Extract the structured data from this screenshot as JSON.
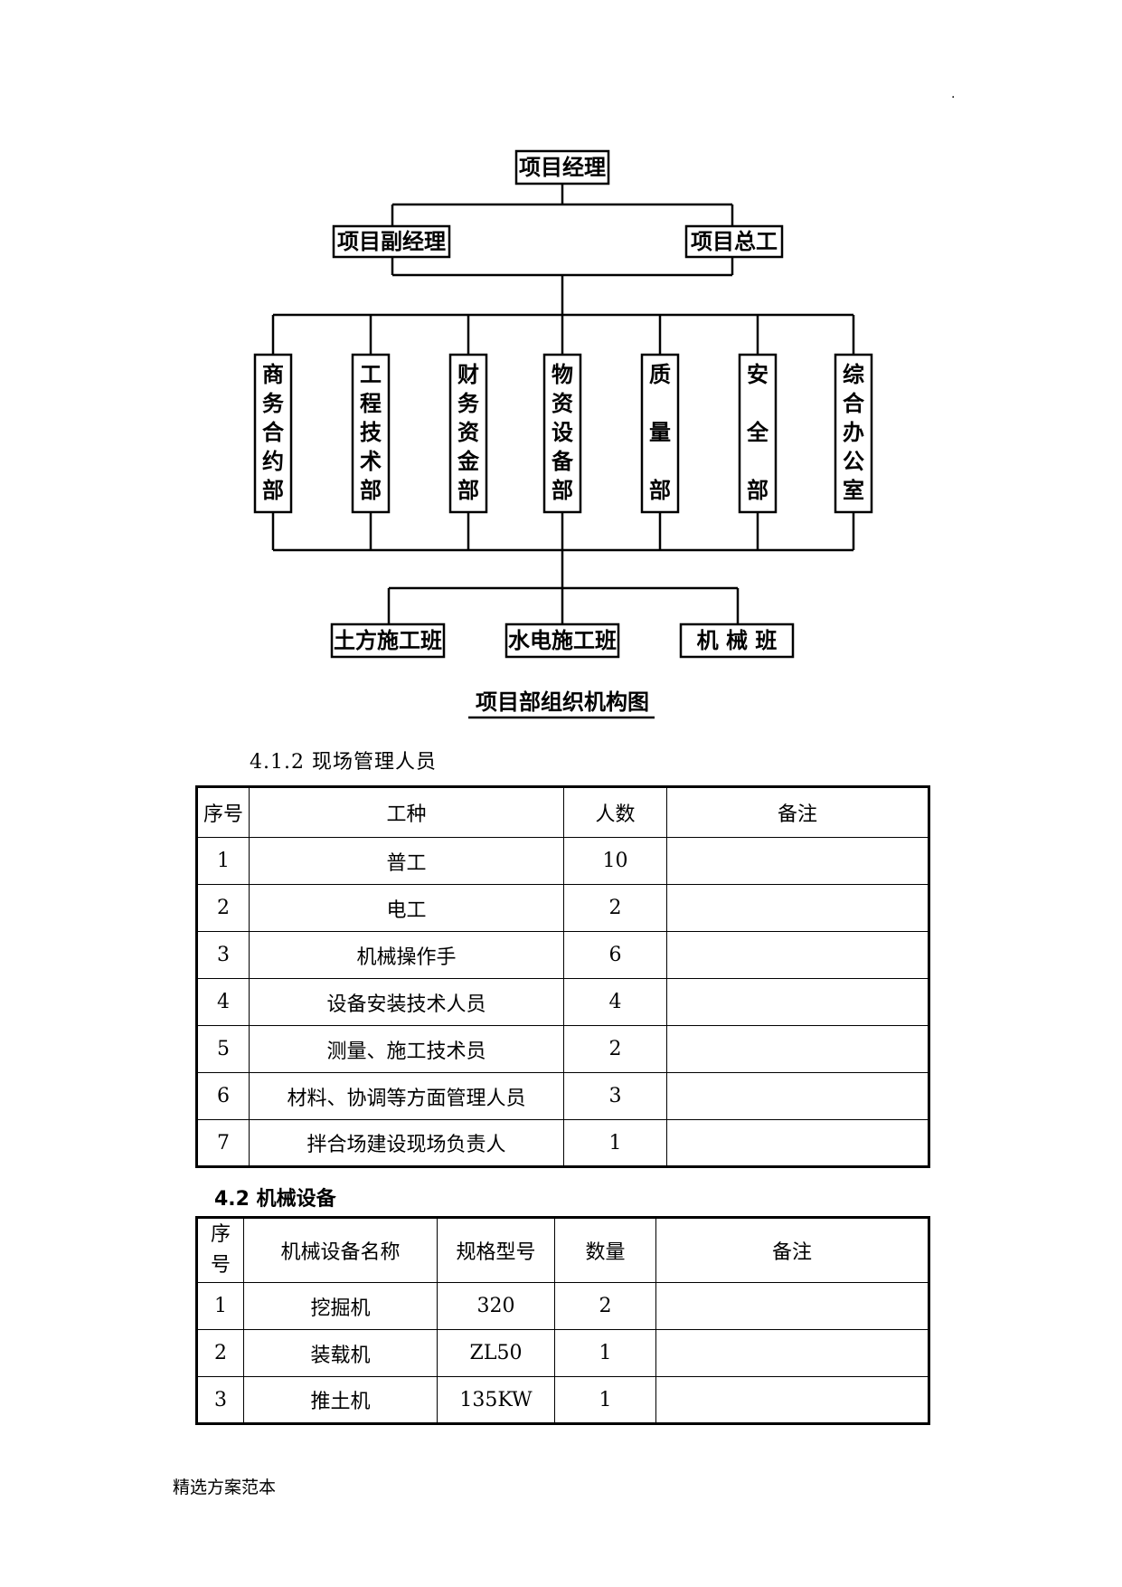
{
  "corner_mark": ".",
  "org_chart": {
    "top": "项目经理",
    "level2_left": "项目副经理",
    "level2_right": "项目总工",
    "departments": [
      "商务合约部",
      "工程技术部",
      "财务资金部",
      "物资设备部",
      "质量部",
      "安全部",
      "综合办公室"
    ],
    "teams": [
      "土方施工班",
      "水电施工班",
      "机 械 班"
    ],
    "caption": "项目部组织机构图"
  },
  "staff_section": {
    "heading": "4.1.2 现场管理人员",
    "headers": [
      "序号",
      "工种",
      "人数",
      "备注"
    ],
    "rows": [
      [
        "1",
        "普工",
        "10",
        ""
      ],
      [
        "2",
        "电工",
        "2",
        ""
      ],
      [
        "3",
        "机械操作手",
        "6",
        ""
      ],
      [
        "4",
        "设备安装技术人员",
        "4",
        ""
      ],
      [
        "5",
        "测量、施工技术员",
        "2",
        ""
      ],
      [
        "6",
        "材料、协调等方面管理人员",
        "3",
        ""
      ],
      [
        "7",
        "拌合场建设现场负责人",
        "1",
        ""
      ]
    ]
  },
  "equipment_section": {
    "heading": "4.2 机械设备",
    "headers": [
      "序\n号",
      "机械设备名称",
      "规格型号",
      "数量",
      "备注"
    ],
    "rows": [
      [
        "1",
        "挖掘机",
        "320",
        "2",
        ""
      ],
      [
        "2",
        "装载机",
        "ZL50",
        "1",
        ""
      ],
      [
        "3",
        "推土机",
        "135KW",
        "1",
        ""
      ]
    ]
  },
  "footer": "精选方案范本"
}
